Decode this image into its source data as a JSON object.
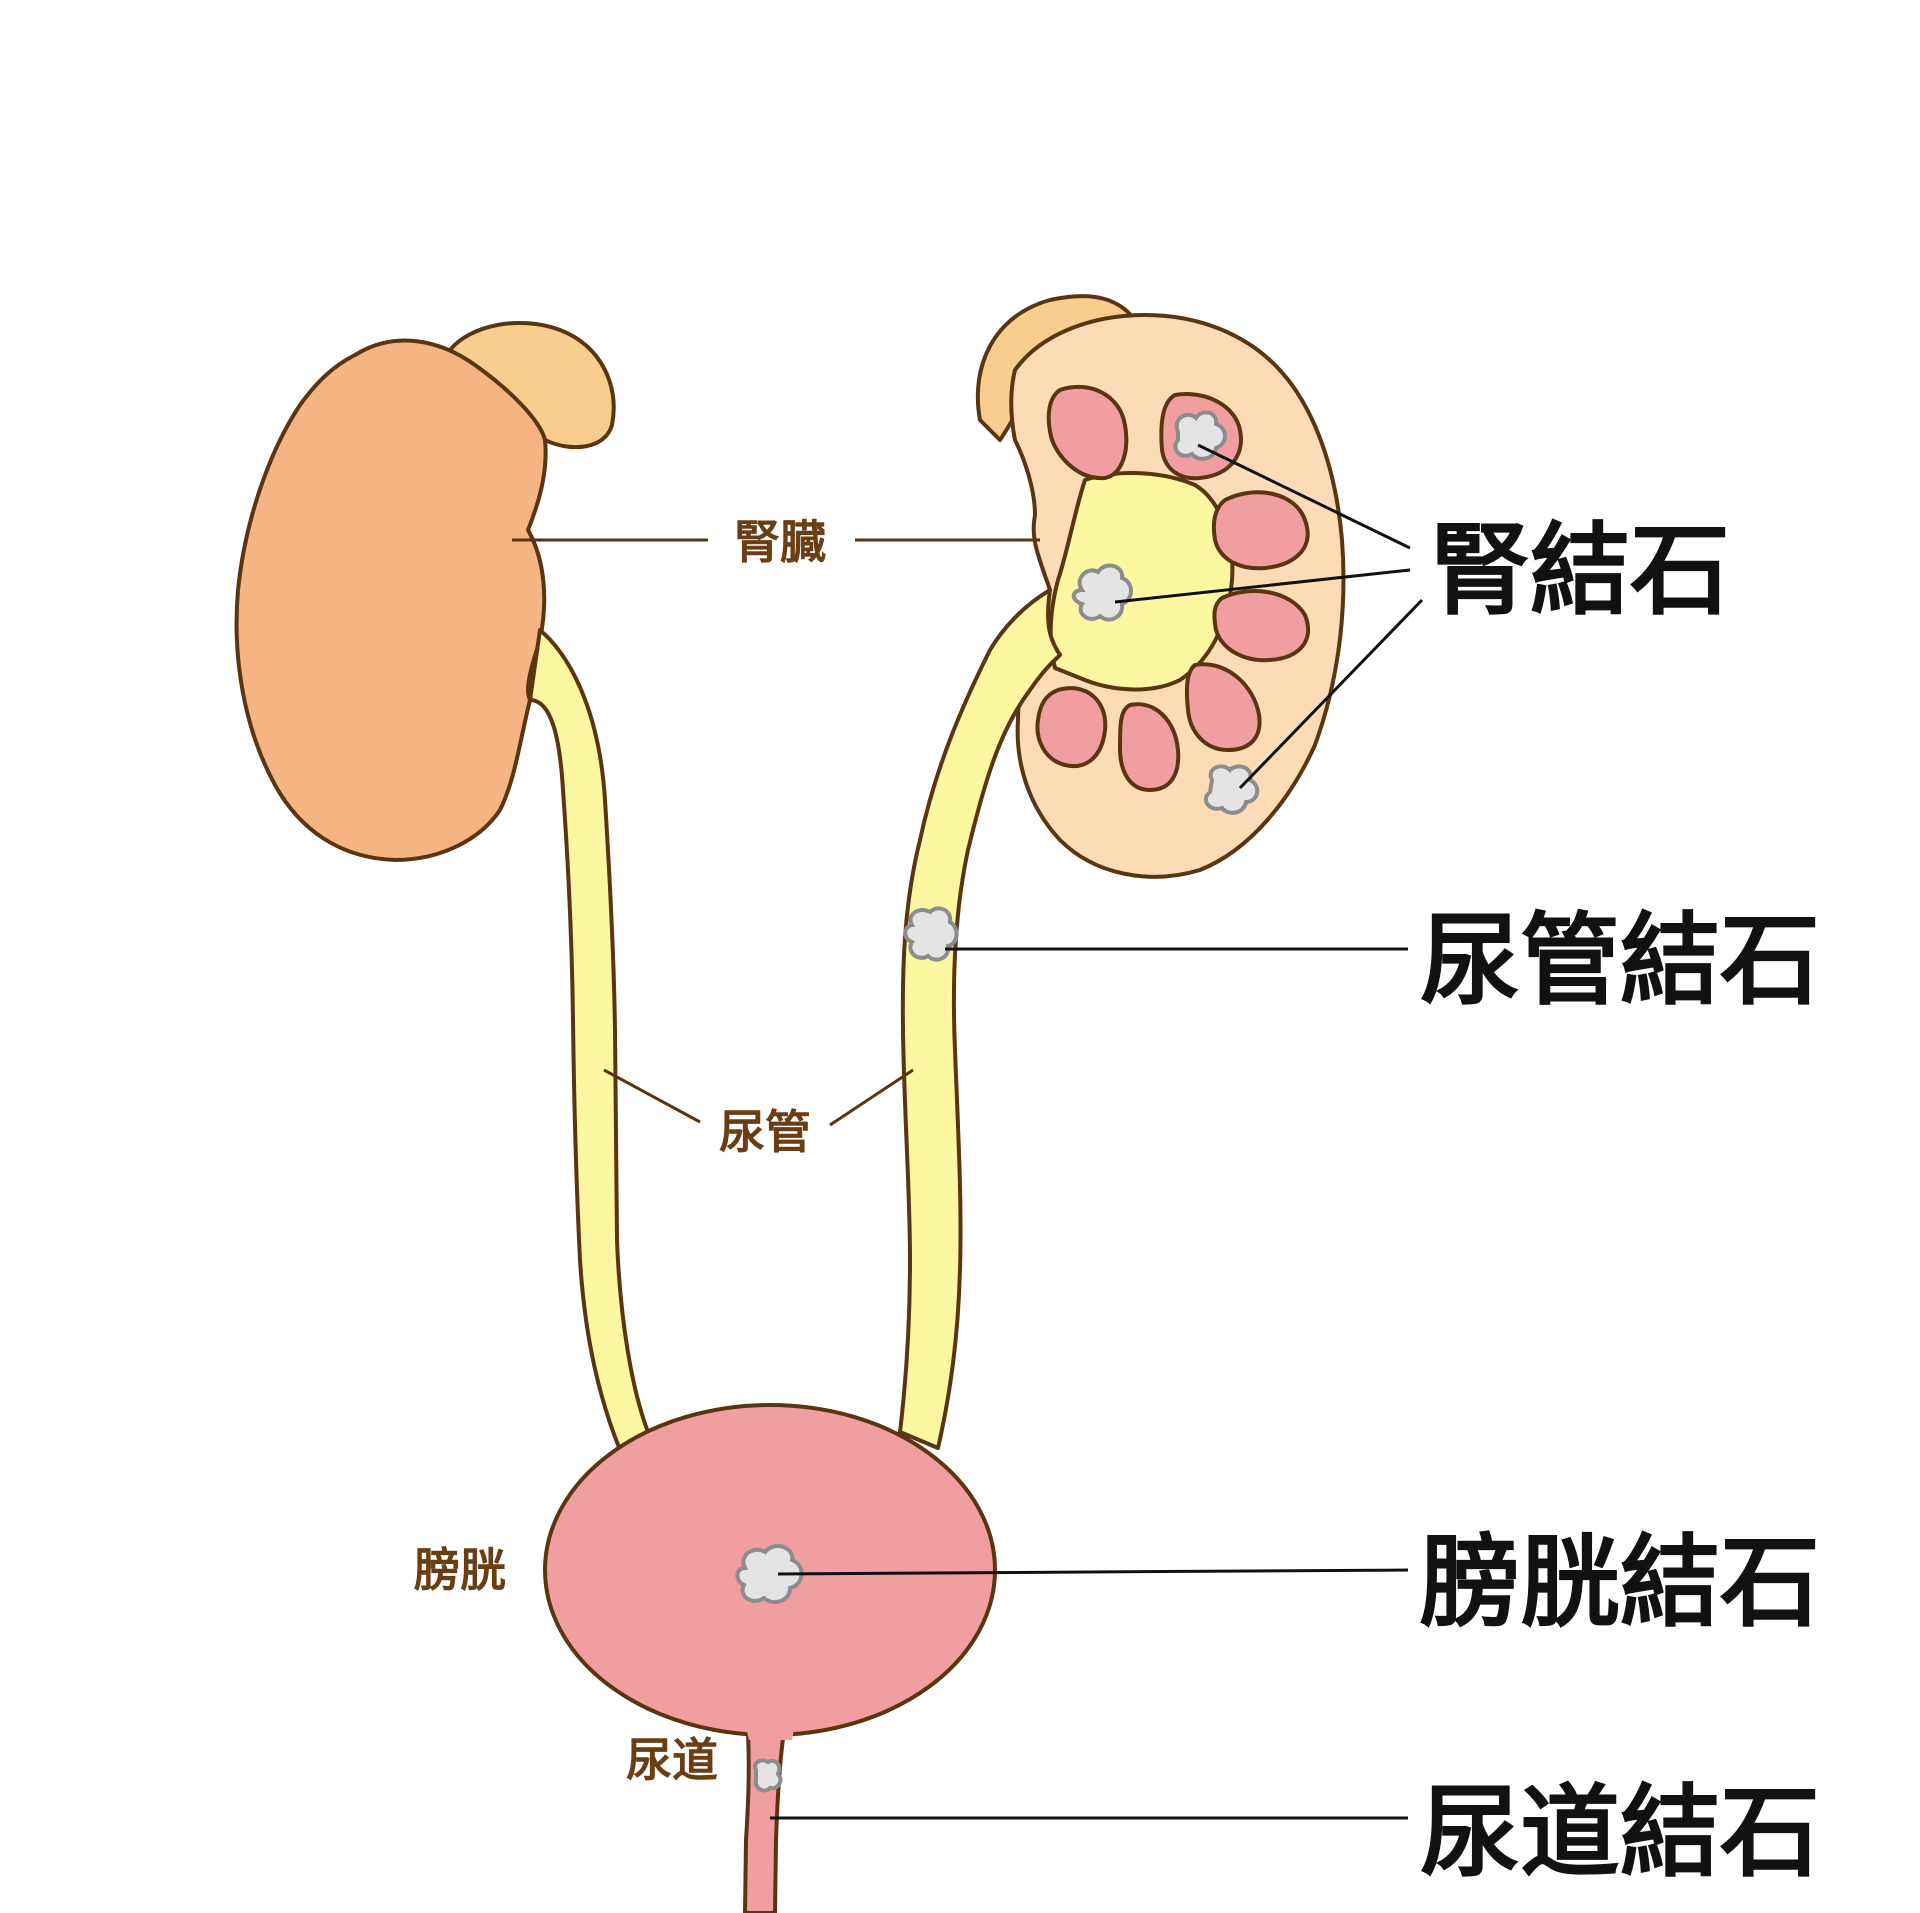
{
  "organ_labels": {
    "kidney": "腎臓",
    "ureter": "尿管",
    "bladder": "膀胱",
    "urethra": "尿道"
  },
  "stone_labels": {
    "kidney_stone": "腎結石",
    "ureter_stone": "尿管結石",
    "bladder_stone": "膀胱結石",
    "urethra_stone": "尿道結石"
  },
  "colors": {
    "kidney": "#f4b483",
    "adrenal": "#f8cd8d",
    "kidney_section": "#fbdcb6",
    "renal_pelvis": "#fdf7a2",
    "ureter": "#fdf7a2",
    "calyx": "#f19ea1",
    "bladder": "#f19ea1",
    "stone": "#e4e4e4",
    "outline": "#5a3511",
    "organ_label_text": "#6a3d12",
    "stone_label_text": "#111111"
  }
}
